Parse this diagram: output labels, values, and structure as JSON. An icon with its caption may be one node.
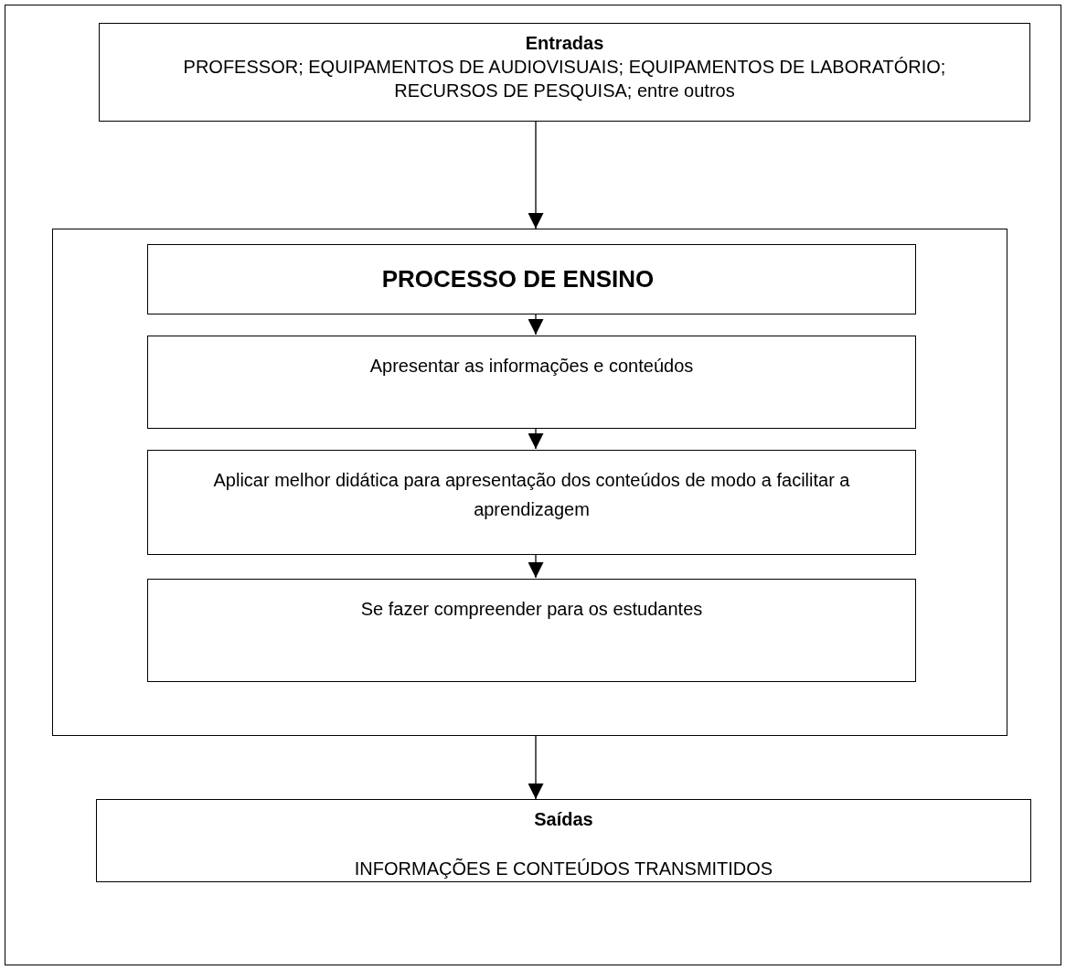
{
  "diagram": {
    "nodes": [
      {
        "text": [
          "Entradas",
          "PROFESSOR; EQUIPAMENTOS DE AUDIOVISUAIS; EQUIPAMENTOS DE LABORATÓRIO; RECURSOS DE PESQUISA; entre outros"
        ]
      },
      {
        "text": [],
        "shape": "box"
      },
      {
        "text": [
          "PROCESSO DE ENSINO"
        ],
        "in": 1
      },
      {
        "text": [
          "Apresentar as informações e conteúdos"
        ],
        "in": 1
      },
      {
        "text": [
          "Aplicar melhor didática para apresentação dos conteúdos de modo a facilitar a aprendizagem"
        ],
        "in": 1
      },
      {
        "text": [
          "Se fazer compreender para os estudantes"
        ],
        "in": 1
      },
      {
        "text": [
          "Saídas",
          "INFORMAÇÕES E CONTEÚDOS TRANSMITIDOS"
        ]
      }
    ],
    "edges": [
      {
        "from": 0,
        "to": 1,
        "arrow": "to"
      },
      {
        "from": 2,
        "to": 3,
        "arrow": "to"
      },
      {
        "from": 3,
        "to": 4,
        "arrow": "to"
      },
      {
        "from": 4,
        "to": 5,
        "arrow": "to"
      },
      {
        "from": 1,
        "to": 6,
        "arrow": "to"
      }
    ]
  }
}
